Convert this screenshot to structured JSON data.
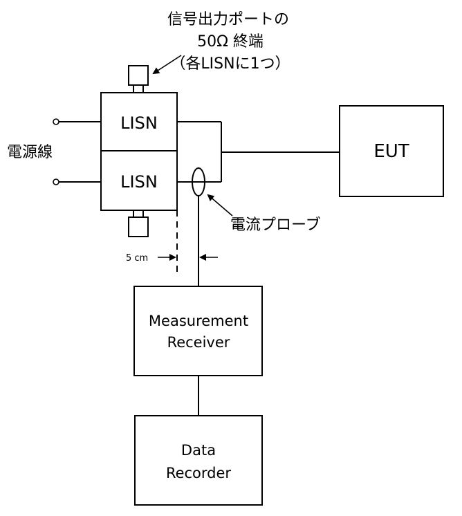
{
  "annotation": {
    "line1": "信号出力ポートの",
    "line2": "50Ω 終端",
    "line3": "（各LISNに1つ）"
  },
  "labels": {
    "power_line": "電源線",
    "current_probe": "電流プローブ",
    "spacing": "5 cm"
  },
  "blocks": {
    "lisn_top": "LISN",
    "lisn_bottom": "LISN",
    "eut": "EUT",
    "receiver_line1": "Measurement",
    "receiver_line2": "Receiver",
    "recorder_line1": "Data",
    "recorder_line2": "Recorder"
  }
}
